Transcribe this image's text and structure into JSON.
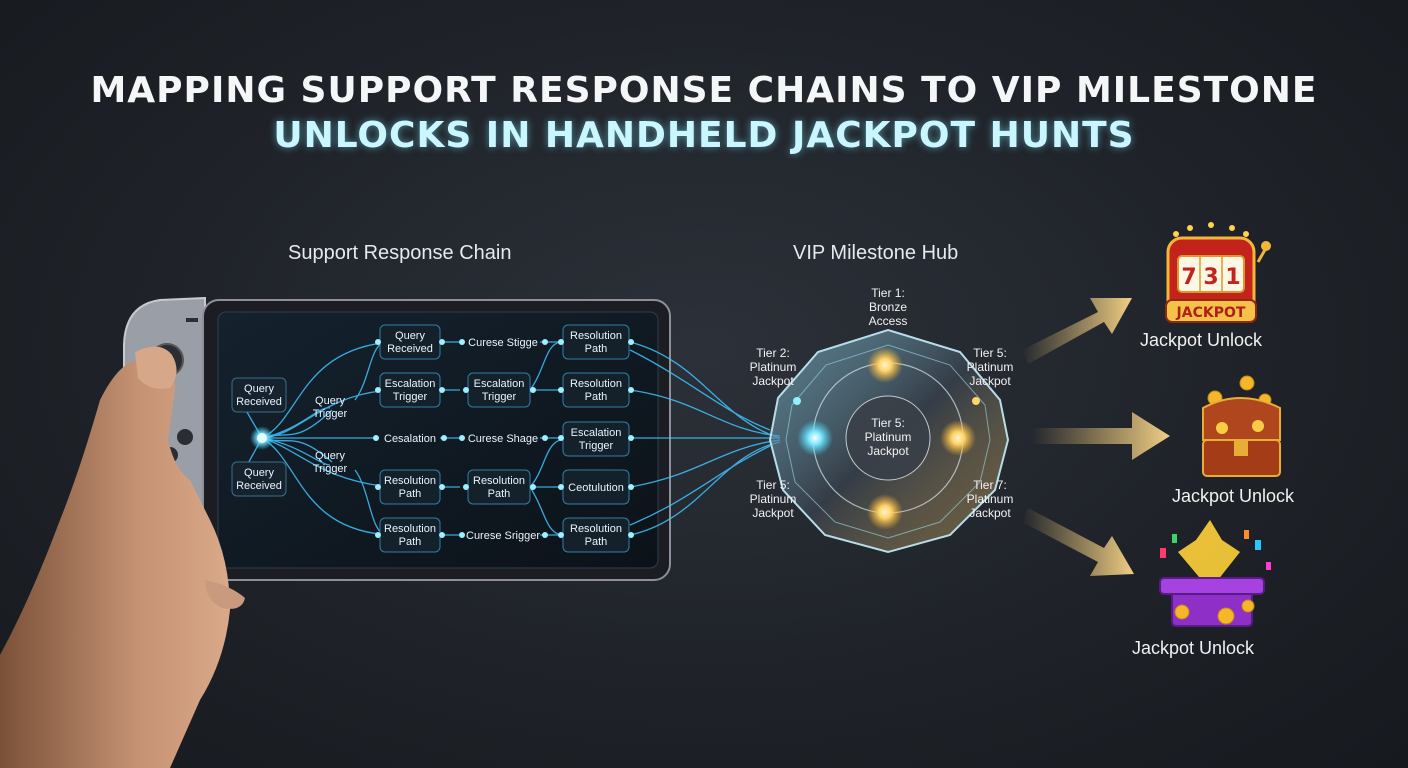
{
  "title": {
    "line1": "MAPPING SUPPORT RESPONSE CHAINS TO VIP MILESTONE",
    "line2": "UNLOCKS IN HANDHELD JACKPOT HUNTS"
  },
  "sections": {
    "chain_label": "Support Response Chain",
    "hub_label": "VIP Milestone Hub"
  },
  "chain_nodes": {
    "query_received_1": [
      "Query",
      "Received"
    ],
    "query_received_2": [
      "Query",
      "Received"
    ],
    "query_trigger_1": [
      "Query",
      "Trigger"
    ],
    "query_trigger_2": [
      "Query",
      "Trigger"
    ],
    "c2_query_received": [
      "Query",
      "Received"
    ],
    "c2_escalation_trigger": [
      "Escalation",
      "Trigger"
    ],
    "c2_cesalation": [
      "Cesalation"
    ],
    "c2_resolution_path_1": [
      "Resolution",
      "Path"
    ],
    "c2_resolution_path_2": [
      "Resolution",
      "Path"
    ],
    "c3_curese_stigge": [
      "Curese Stigge"
    ],
    "c3_escalation_trigger": [
      "Escalation",
      "Trigger"
    ],
    "c3_curese_shage": [
      "Curese Shage"
    ],
    "c3_resolution_path": [
      "Resolution",
      "Path"
    ],
    "c3_curese_srigger": [
      "Curese Srigger"
    ],
    "c4_resolution_path_1": [
      "Resolution",
      "Path"
    ],
    "c4_resolution_path_2": [
      "Resolution",
      "Path"
    ],
    "c4_escalation_trigger": [
      "Escalation",
      "Trigger"
    ],
    "c4_ceotulution": [
      "Ceotulution"
    ],
    "c4_resolution_path_3": [
      "Resolution",
      "Path"
    ]
  },
  "tiers": {
    "top": [
      "Tier 1:",
      "Bronze",
      "Access"
    ],
    "upper_left": [
      "Tier 2:",
      "Platinum",
      "Jackpot"
    ],
    "upper_right": [
      "Tier 5:",
      "Platinum",
      "Jackpot"
    ],
    "center": [
      "Tier 5:",
      "Platinum",
      "Jackpot"
    ],
    "lower_left": [
      "Tier 5:",
      "Platinum",
      "Jackpot"
    ],
    "lower_right": [
      "Tier 7:",
      "Platinum",
      "Jackpot"
    ]
  },
  "unlocks": {
    "slot_label": "Jackpot Unlock",
    "slot_sign": "JACKPOT",
    "slot_reels": [
      "7",
      "3",
      "1"
    ],
    "chest_label": "Jackpot Unlock",
    "box_label": "Jackpot Unlock"
  },
  "colors": {
    "background": "#1f2329",
    "cyan_glow": "#3fd8ff",
    "gold_glow": "#ffc94a",
    "arrow_gold": "#e8c477"
  }
}
